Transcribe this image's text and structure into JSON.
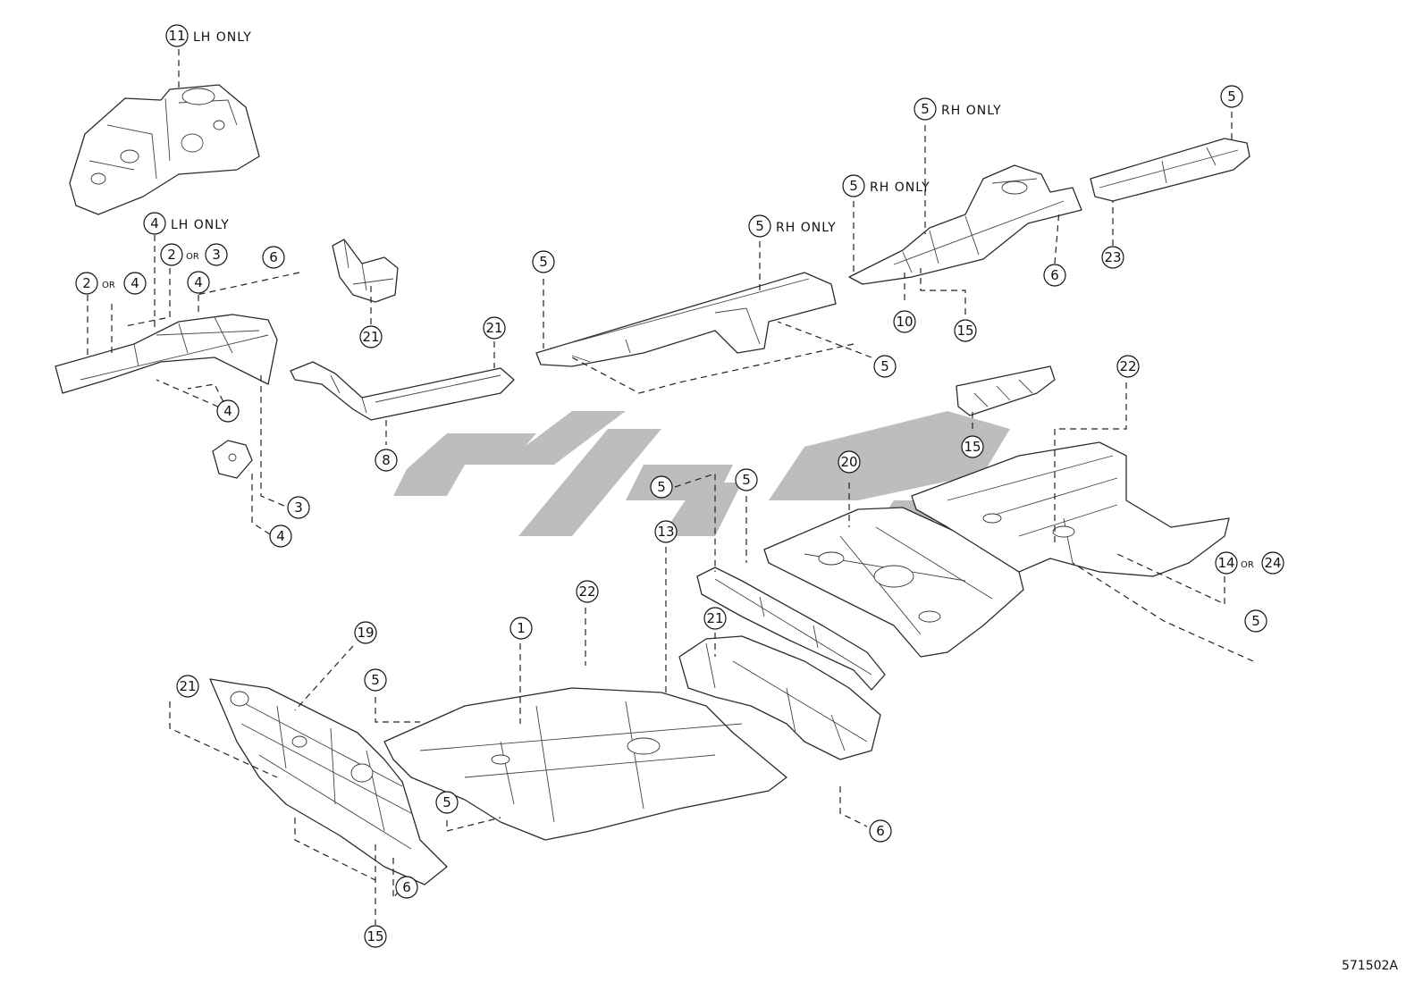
{
  "diagram": {
    "document_id": "571502A",
    "notes": {
      "lh_only": "LH ONLY",
      "rh_only": "RH ONLY",
      "or": "OR"
    },
    "callouts": {
      "c1": "1",
      "c2": "2",
      "c3": "3",
      "c4": "4",
      "c5": "5",
      "c6": "6",
      "c8": "8",
      "c10": "10",
      "c11": "11",
      "c13": "13",
      "c14": "14",
      "c15": "15",
      "c19": "19",
      "c20": "20",
      "c21": "21",
      "c22": "22",
      "c23": "23",
      "c24": "24"
    },
    "watermark_color": "#bdbdbd",
    "line_color": "#2b2b2b"
  }
}
